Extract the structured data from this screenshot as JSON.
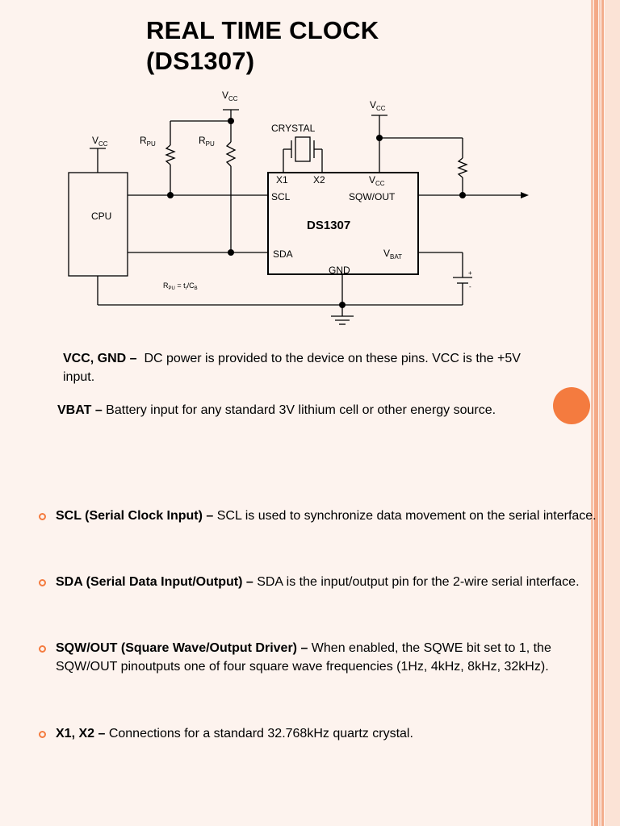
{
  "slide": {
    "title_line1": "REAL TIME CLOCK",
    "title_line2": "(DS1307)",
    "accent_color": "#f47b3f"
  },
  "diagram": {
    "vcc_cpu": "V",
    "vcc_cpu_sub": "CC",
    "vcc_top": "V",
    "vcc_top_sub": "CC",
    "vcc_right": "V",
    "vcc_right_sub": "CC",
    "rpu1": "R",
    "rpu1_sub": "PU",
    "rpu2": "R",
    "rpu2_sub": "PU",
    "crystal": "CRYSTAL",
    "cpu": "CPU",
    "chip_name": "DS1307",
    "pin_x1": "X1",
    "pin_x2": "X2",
    "pin_vcc": "V",
    "pin_vcc_sub": "CC",
    "pin_scl": "SCL",
    "pin_sqw": "SQW/OUT",
    "pin_sda": "SDA",
    "pin_vbat": "V",
    "pin_vbat_sub": "BAT",
    "pin_gnd": "GND",
    "formula": "R",
    "formula_sub": "PU",
    "formula_rest": " = t",
    "formula_sub2": "r",
    "formula_rest2": "/C",
    "formula_sub3": "B",
    "battery_plus": "+",
    "battery_minus": "-"
  },
  "pins": [
    {
      "term": "VCC, GND –",
      "desc": "DC power is provided to the device on these pins.  VCC is the +5V input."
    },
    {
      "term": "VBAT  –",
      "desc": "Battery input for any standard 3V lithium cell or other energy source."
    }
  ],
  "bullets": [
    {
      "term": "SCL (Serial Clock Input) –",
      "desc": "SCL is used to synchronize data movement on the serial interface."
    },
    {
      "term": "SDA (Serial Data Input/Output) –",
      "desc": "SDA is the input/output pin for the 2-wire serial interface."
    },
    {
      "term": "SQW/OUT (Square Wave/Output Driver) –",
      "desc": "When enabled, the SQWE bit set to 1, the SQW/OUT pinoutputs one of four square wave frequencies (1Hz, 4kHz, 8kHz, 32kHz)."
    },
    {
      "term": "X1, X2  –",
      "desc": "Connections for a standard 32.768kHz quartz crystal."
    }
  ]
}
